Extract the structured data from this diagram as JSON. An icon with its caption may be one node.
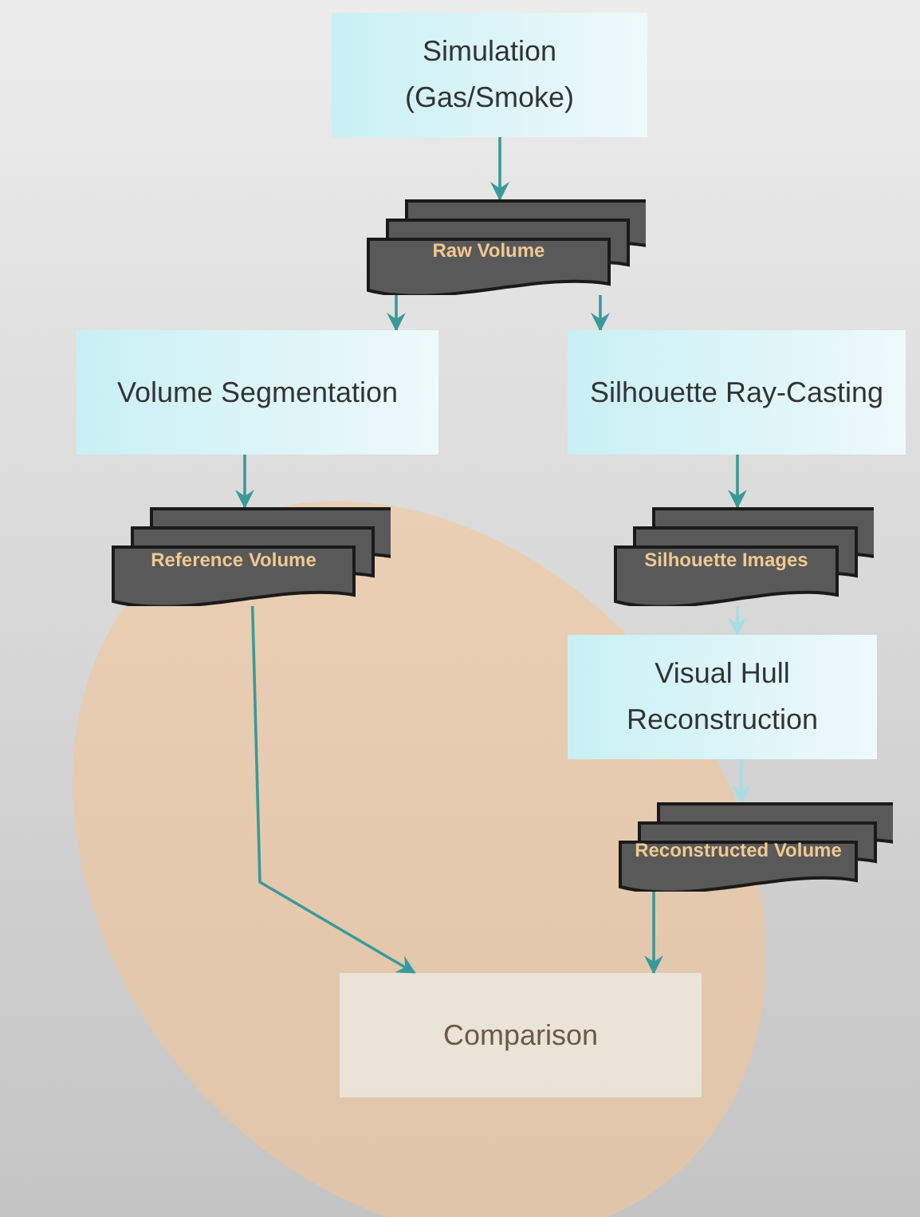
{
  "diagram": {
    "nodes": [
      {
        "text": [
          "Simulation (Gas/Smoke)"
        ]
      },
      {
        "text": [
          "Raw Volume"
        ]
      },
      {
        "text": [
          "Volume Segmentation"
        ]
      },
      {
        "text": [
          "Silhouette Ray-Casting"
        ]
      },
      {
        "text": [
          "Reference Volume"
        ]
      },
      {
        "text": [
          "Silhouette Images"
        ]
      },
      {
        "text": [
          "Visual Hull Reconstruction"
        ]
      },
      {
        "text": [
          "Reconstructed Volume"
        ]
      },
      {
        "text": [
          "Comparison"
        ]
      }
    ],
    "edges": [
      {
        "from": 0,
        "to": 1,
        "arrow": "to"
      },
      {
        "from": 1,
        "to": 2,
        "arrow": "to"
      },
      {
        "from": 1,
        "to": 3,
        "arrow": "to"
      },
      {
        "from": 2,
        "to": 4,
        "arrow": "to"
      },
      {
        "from": 3,
        "to": 5,
        "arrow": "to"
      },
      {
        "from": 5,
        "to": 6,
        "arrow": "to",
        "color": "#a8dde5"
      },
      {
        "from": 6,
        "to": 7,
        "arrow": "to",
        "color": "#a8dde5"
      },
      {
        "from": 4,
        "to": 8,
        "arrow": "to"
      },
      {
        "from": 7,
        "to": 8,
        "arrow": "to"
      }
    ]
  }
}
